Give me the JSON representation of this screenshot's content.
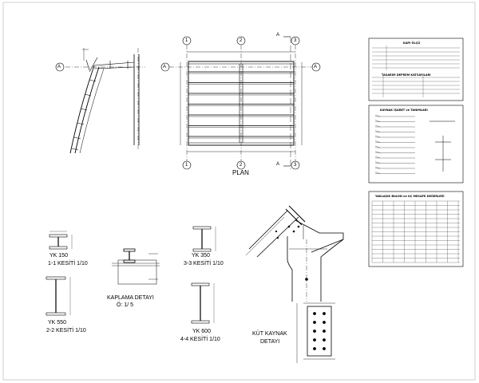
{
  "grid_axes": {
    "one": "1",
    "two": "2",
    "three": "3",
    "a": "A"
  },
  "section_marks": {
    "top": "A",
    "bottom": "A"
  },
  "plan_title": "PLAN",
  "sections": {
    "s1": {
      "profile": "YK 150",
      "caption": "1-1 KESİTİ 1/10"
    },
    "s2": {
      "profile": "YK 550",
      "caption": "2-2 KESİTİ 1/10"
    },
    "s3": {
      "profile": "YK 350",
      "caption": "3-3 KESİTİ 1/10"
    },
    "s4": {
      "profile": "YK 600",
      "caption": "4-4 KESİTİ 1/10"
    }
  },
  "details": {
    "cladding": {
      "line1": "KAPLAMA DETAYI",
      "line2": "Ö: 1/ 5"
    },
    "weld": {
      "line1": "KÜT KAYNAK",
      "line2": "DETAYI"
    }
  },
  "panels": {
    "p1": {
      "title": "KAPI ÖLÇÜ",
      "subtitle": "TASARIM DEPREM KATSAYILARI"
    },
    "p2": {
      "title": "KAYNAK İŞARET ve TANIMLARI"
    },
    "p3": {
      "title": "YAKLAŞIK BULON ve UÇ MESAFE DEĞERLERİ"
    }
  }
}
